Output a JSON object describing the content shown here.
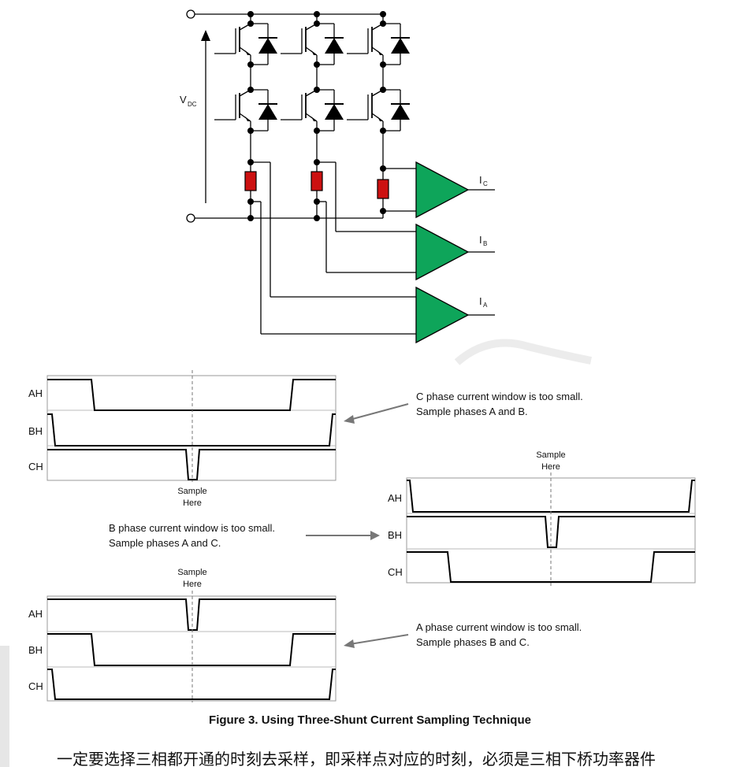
{
  "circuit": {
    "vdc_main": "V",
    "vdc_sub": "DC",
    "ic_main": "I",
    "ic_sub": "C",
    "ib_main": "I",
    "ib_sub": "B",
    "ia_main": "I",
    "ia_sub": "A",
    "amp_color": "#0ea55a",
    "shunt_color": "#cc1111"
  },
  "timing": {
    "ah": "AH",
    "bh": "BH",
    "ch": "CH",
    "sample_line1": "Sample",
    "sample_line2": "Here",
    "note_c_1": "C phase current window is too small.",
    "note_c_2": "Sample phases A and B.",
    "note_b_1": "B phase current window is too small.",
    "note_b_2": "Sample phases A and C.",
    "note_a_1": "A phase current window is too small.",
    "note_a_2": "Sample phases B and C."
  },
  "caption": "Figure 3. Using Three-Shunt Current Sampling Technique",
  "body_text": "一定要选择三相都开通的时刻去采样，即采样点对应的时刻，必须是三相下桥功率器件"
}
